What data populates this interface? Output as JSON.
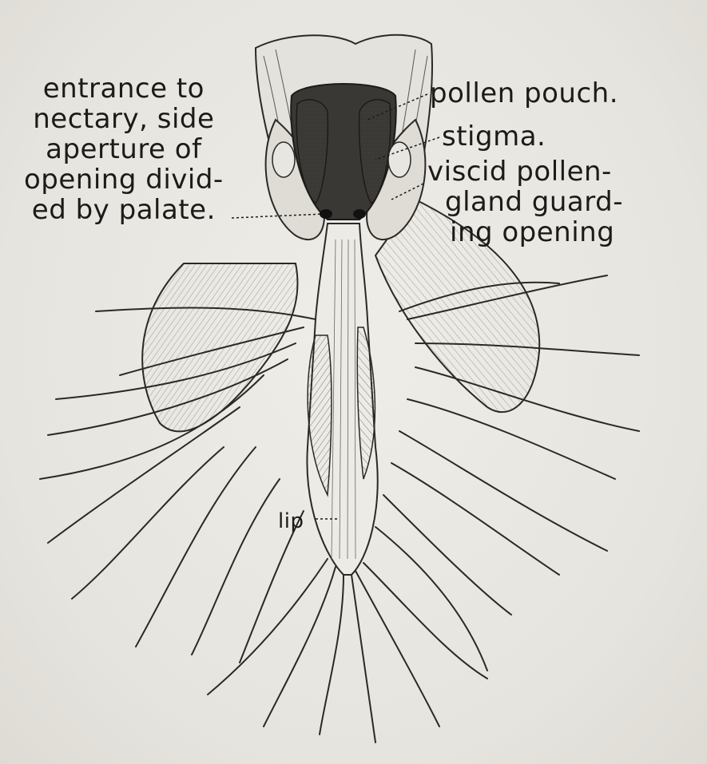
{
  "labels": {
    "entrance": {
      "lines": [
        "entrance to",
        "nectary, side",
        "aperture of",
        "opening divid-",
        "ed by palate."
      ]
    },
    "pollen_pouch": "pollen pouch.",
    "stigma": "stigma.",
    "viscid": {
      "lines": [
        "viscid pollen-",
        "gland guard-",
        "ing opening"
      ]
    },
    "lip": "lip"
  },
  "colors": {
    "ink": "#1c1b19",
    "paper": "#e9e7e1",
    "petal_shade": "#d4d2cb",
    "dark_center": "#3a3835"
  }
}
